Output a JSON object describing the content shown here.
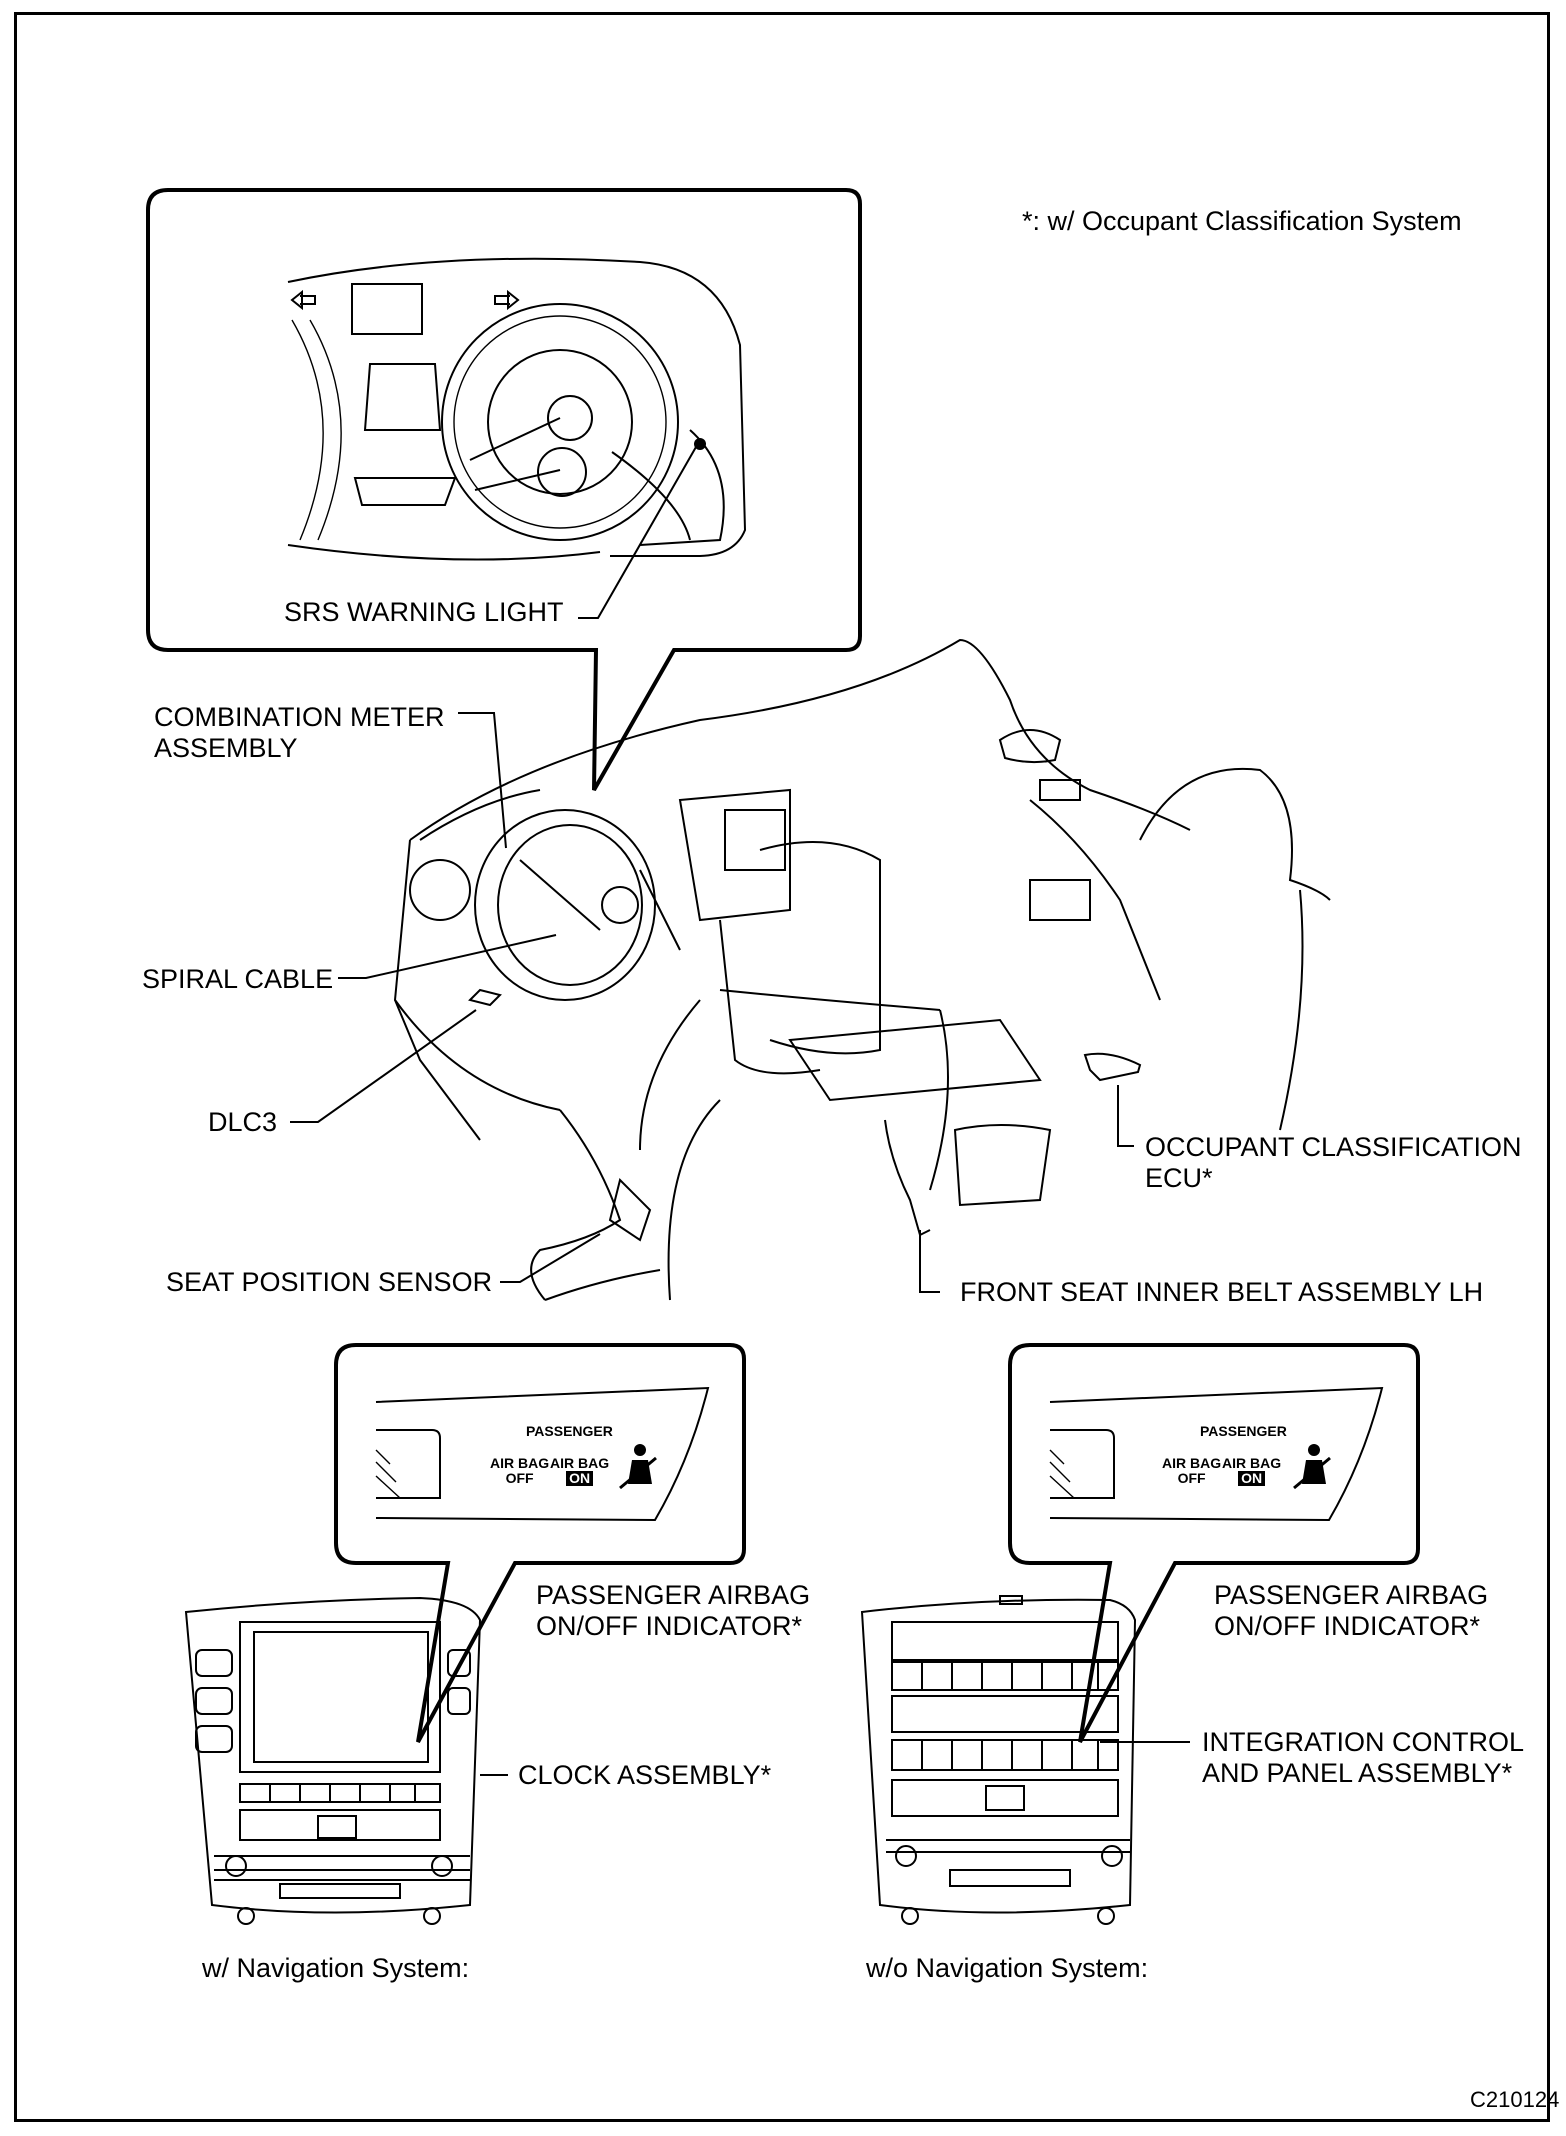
{
  "note": "*: w/ Occupant Classification System",
  "labels": {
    "srs_warning_light": "SRS WARNING LIGHT",
    "combination_meter": [
      "COMBINATION METER",
      "ASSEMBLY"
    ],
    "spiral_cable": "SPIRAL CABLE",
    "dlc3": "DLC3",
    "seat_position_sensor": "SEAT POSITION SENSOR",
    "occupant_classification_ecu": [
      "OCCUPANT CLASSIFICATION",
      "ECU*"
    ],
    "front_seat_inner_belt": "FRONT SEAT INNER BELT ASSEMBLY LH",
    "passenger_airbag_indicator_nav": [
      "PASSENGER AIRBAG",
      "ON/OFF INDICATOR*"
    ],
    "clock_assembly": "CLOCK ASSEMBLY*",
    "passenger_airbag_indicator_nonav": [
      "PASSENGER AIRBAG",
      "ON/OFF INDICATOR*"
    ],
    "integration_control_panel": [
      "INTEGRATION CONTROL",
      "AND PANEL ASSEMBLY*"
    ]
  },
  "indicator_panel": {
    "passenger": "PASSENGER",
    "airbag_off": [
      "AIR BAG",
      "OFF"
    ],
    "airbag_on": [
      "AIR BAG",
      "ON"
    ]
  },
  "captions": {
    "with_nav": "w/ Navigation System:",
    "without_nav": "w/o Navigation System:"
  },
  "figure_id": "C210124"
}
